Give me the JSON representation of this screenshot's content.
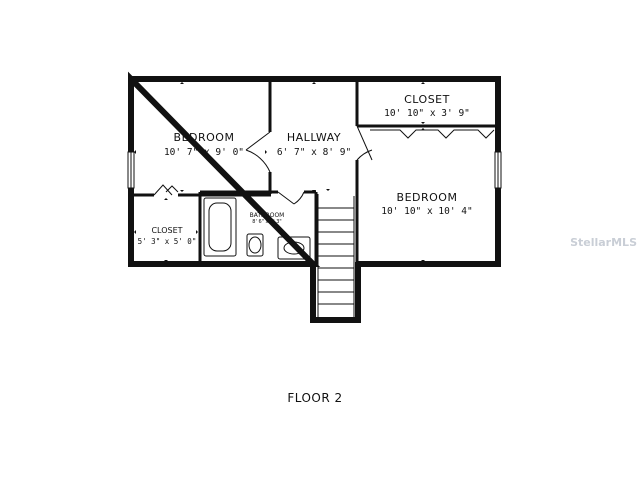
{
  "rooms": {
    "bedroom_left": {
      "name": "BEDROOM",
      "dims": "10' 7\" x 9' 0\""
    },
    "hallway": {
      "name": "HALLWAY",
      "dims": "6' 7\" x 8' 9\""
    },
    "closet_top": {
      "name": "CLOSET",
      "dims": "10' 10\" x 3' 9\""
    },
    "bedroom_right": {
      "name": "BEDROOM",
      "dims": "10' 10\" x 10' 4\""
    },
    "closet_small": {
      "name": "CLOSET",
      "dims": "5' 3\" x 5' 0\""
    },
    "bathroom": {
      "name": "BATHROOM",
      "dims": "8' 6\" x 5' 3\""
    }
  },
  "floor_label": "FLOOR 2",
  "watermark": "StellarMLS",
  "colors": {
    "wall": "#111111",
    "background": "#ffffff",
    "watermark": "#c9ced6"
  }
}
